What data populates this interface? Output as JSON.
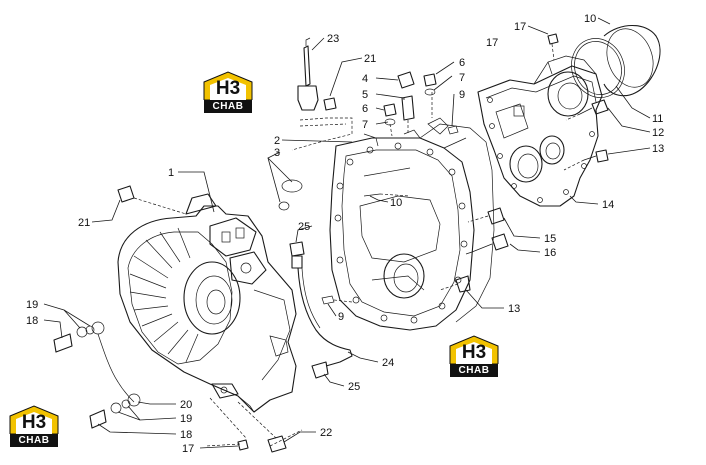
{
  "diagram": {
    "callouts": [
      "1",
      "2",
      "3",
      "4",
      "5",
      "6",
      "7",
      "9",
      "10",
      "11",
      "12",
      "13",
      "14",
      "15",
      "16",
      "17",
      "18",
      "19",
      "20",
      "21",
      "22",
      "23",
      "24",
      "25"
    ],
    "labels": {
      "c23": "23",
      "c21a": "21",
      "c6a": "6",
      "c4": "4",
      "c7a": "7",
      "c5": "5",
      "c9a": "9",
      "c6b": "6",
      "c7b": "7",
      "c2": "2",
      "c3": "3",
      "c1": "1",
      "c21b": "21",
      "c10a": "10",
      "c25a": "25",
      "c17a": "17",
      "c17b": "17",
      "c10b": "10",
      "c11": "11",
      "c12": "12",
      "c13a": "13",
      "c14": "14",
      "c15": "15",
      "c16": "16",
      "c13b": "13",
      "c9b": "9",
      "c19a": "19",
      "c18a": "18",
      "c24": "24",
      "c25b": "25",
      "c20": "20",
      "c19b": "19",
      "c18b": "18",
      "c17c": "17",
      "c22": "22"
    }
  },
  "watermarks": [
    {
      "mark": "H3",
      "band": "CHAB"
    },
    {
      "mark": "H3",
      "band": "CHAB"
    },
    {
      "mark": "H3",
      "band": "CHAB"
    }
  ],
  "colors": {
    "ink": "#1a1a1a",
    "logo_yellow": "#f2c200",
    "background": "#ffffff"
  }
}
